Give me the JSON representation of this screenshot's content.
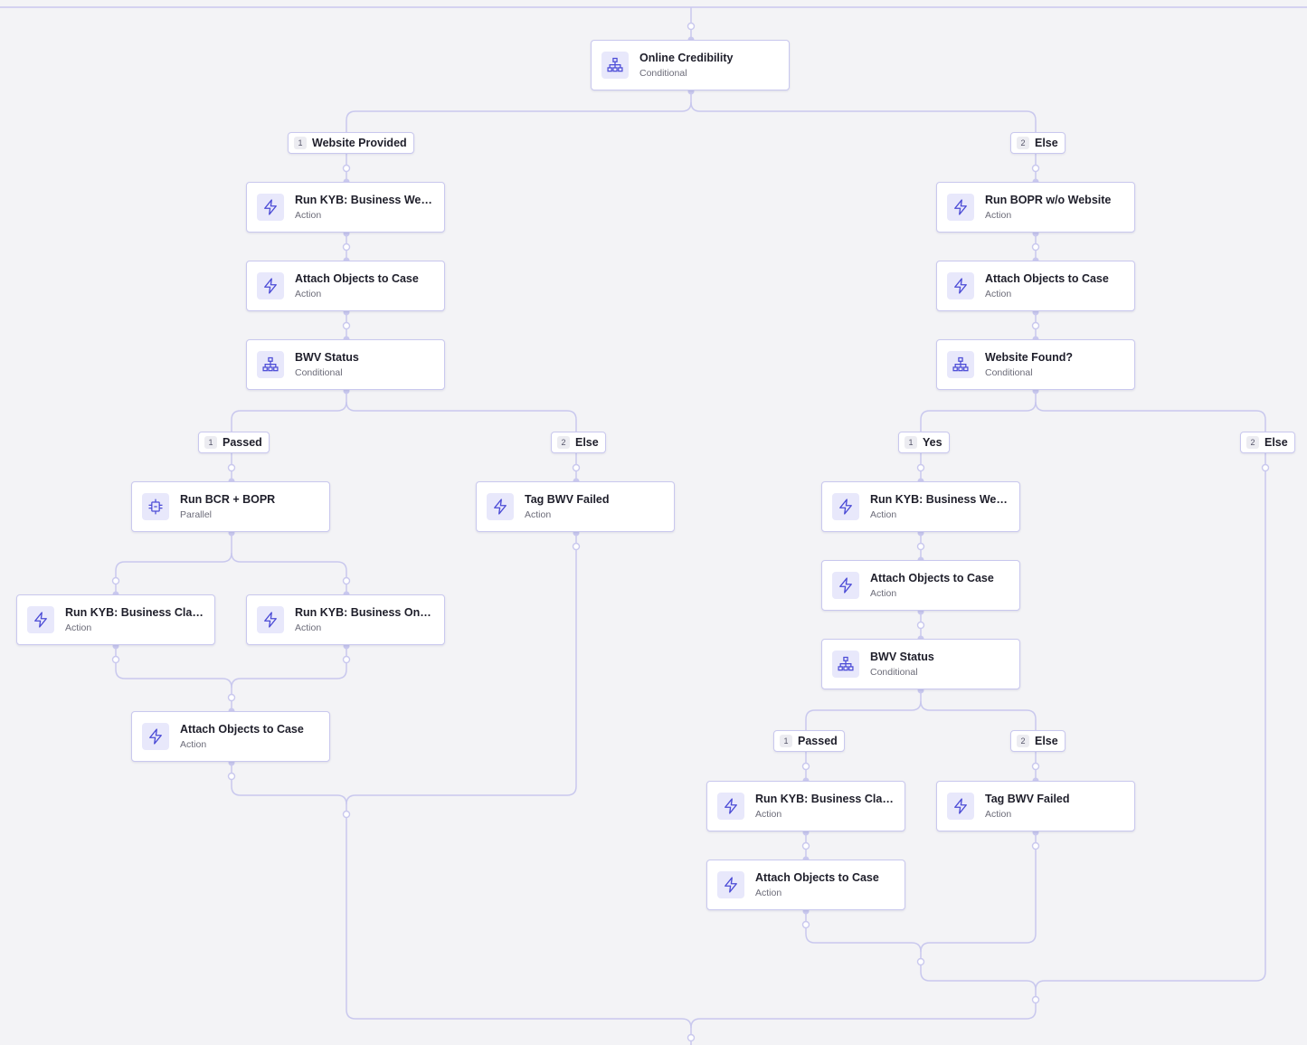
{
  "colors": {
    "background": "#f3f3f6",
    "wire": "#c9c8ee",
    "accent_icon": "#4b4bd6",
    "icon_bg": "#e8e8fb"
  },
  "nodes": {
    "online_credibility": {
      "title": "Online Credibility",
      "type": "Conditional",
      "icon": "hierarchy-icon"
    },
    "a1": {
      "title": "Run KYB: Business Websit...",
      "type": "Action",
      "icon": "lightning-icon"
    },
    "a2": {
      "title": "Attach Objects to Case",
      "type": "Action",
      "icon": "lightning-icon"
    },
    "a3": {
      "title": "BWV Status",
      "type": "Conditional",
      "icon": "hierarchy-icon"
    },
    "a4": {
      "title": "Run BCR + BOPR",
      "type": "Parallel",
      "icon": "parallel-icon"
    },
    "a5": {
      "title": "Tag BWV Failed",
      "type": "Action",
      "icon": "lightning-icon"
    },
    "a6": {
      "title": "Run KYB: Business Classifi...",
      "type": "Action",
      "icon": "lightning-icon"
    },
    "a7": {
      "title": "Run KYB: Business Online ...",
      "type": "Action",
      "icon": "lightning-icon"
    },
    "a8": {
      "title": "Attach Objects to Case",
      "type": "Action",
      "icon": "lightning-icon"
    },
    "b1": {
      "title": "Run BOPR w/o Website",
      "type": "Action",
      "icon": "lightning-icon"
    },
    "b2": {
      "title": "Attach Objects to Case",
      "type": "Action",
      "icon": "lightning-icon"
    },
    "b3": {
      "title": "Website Found?",
      "type": "Conditional",
      "icon": "hierarchy-icon"
    },
    "b4": {
      "title": "Run KYB: Business Websit...",
      "type": "Action",
      "icon": "lightning-icon"
    },
    "b5": {
      "title": "Attach Objects to Case",
      "type": "Action",
      "icon": "lightning-icon"
    },
    "b6": {
      "title": "BWV Status",
      "type": "Conditional",
      "icon": "hierarchy-icon"
    },
    "b7": {
      "title": "Run KYB: Business Classifi...",
      "type": "Action",
      "icon": "lightning-icon"
    },
    "b8": {
      "title": "Tag BWV Failed",
      "type": "Action",
      "icon": "lightning-icon"
    },
    "b9": {
      "title": "Attach Objects to Case",
      "type": "Action",
      "icon": "lightning-icon"
    }
  },
  "branches": {
    "website_provided": {
      "num": "1",
      "label": "Website Provided"
    },
    "else_top": {
      "num": "2",
      "label": "Else"
    },
    "passed_left": {
      "num": "1",
      "label": "Passed"
    },
    "else_left": {
      "num": "2",
      "label": "Else"
    },
    "yes": {
      "num": "1",
      "label": "Yes"
    },
    "else_right": {
      "num": "2",
      "label": "Else"
    },
    "passed_right": {
      "num": "1",
      "label": "Passed"
    },
    "else_right2": {
      "num": "2",
      "label": "Else"
    }
  }
}
